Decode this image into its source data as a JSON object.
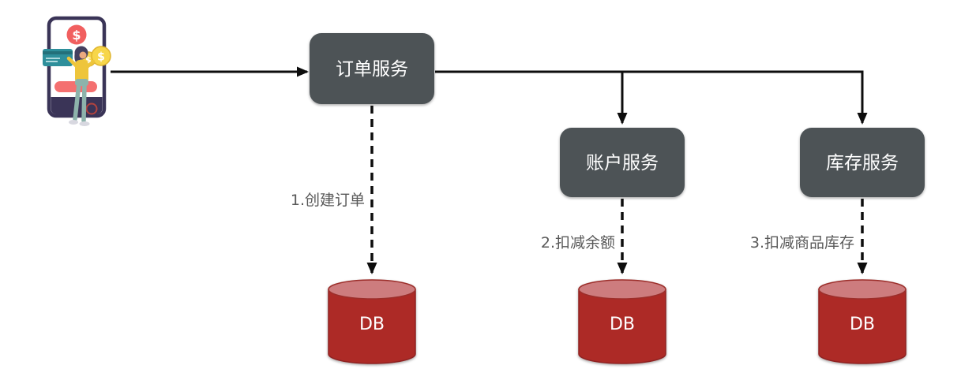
{
  "diagram": {
    "type": "flow-diagram",
    "nodes": {
      "order_service": {
        "label": "订单服务"
      },
      "account_service": {
        "label": "账户服务"
      },
      "inventory_service": {
        "label": "库存服务"
      },
      "order_db": {
        "label": "DB"
      },
      "account_db": {
        "label": "DB"
      },
      "inventory_db": {
        "label": "DB"
      }
    },
    "edges": {
      "order_to_db": {
        "label": "1.创建订单"
      },
      "account_to_db": {
        "label": "2.扣减余额"
      },
      "inventory_to_db": {
        "label": "3.扣减商品库存"
      }
    },
    "illustration": {
      "name": "mobile-payment-user",
      "dollar_symbol": "$"
    },
    "colors": {
      "service_box": "#4d5357",
      "service_text": "#ffffff",
      "db_body": "#ad2b28",
      "db_top": "#cd7c7e",
      "db_text": "#ffffff",
      "arrow": "#0d0d0d",
      "edge_label_text": "#595959",
      "phone_frame": "#3a3457",
      "payment_circle": "#f15f5f",
      "credit_card": "#2e8f9b",
      "coin": "#f7d64a",
      "shirt": "#eec53b",
      "pants": "#8db3ab"
    }
  }
}
